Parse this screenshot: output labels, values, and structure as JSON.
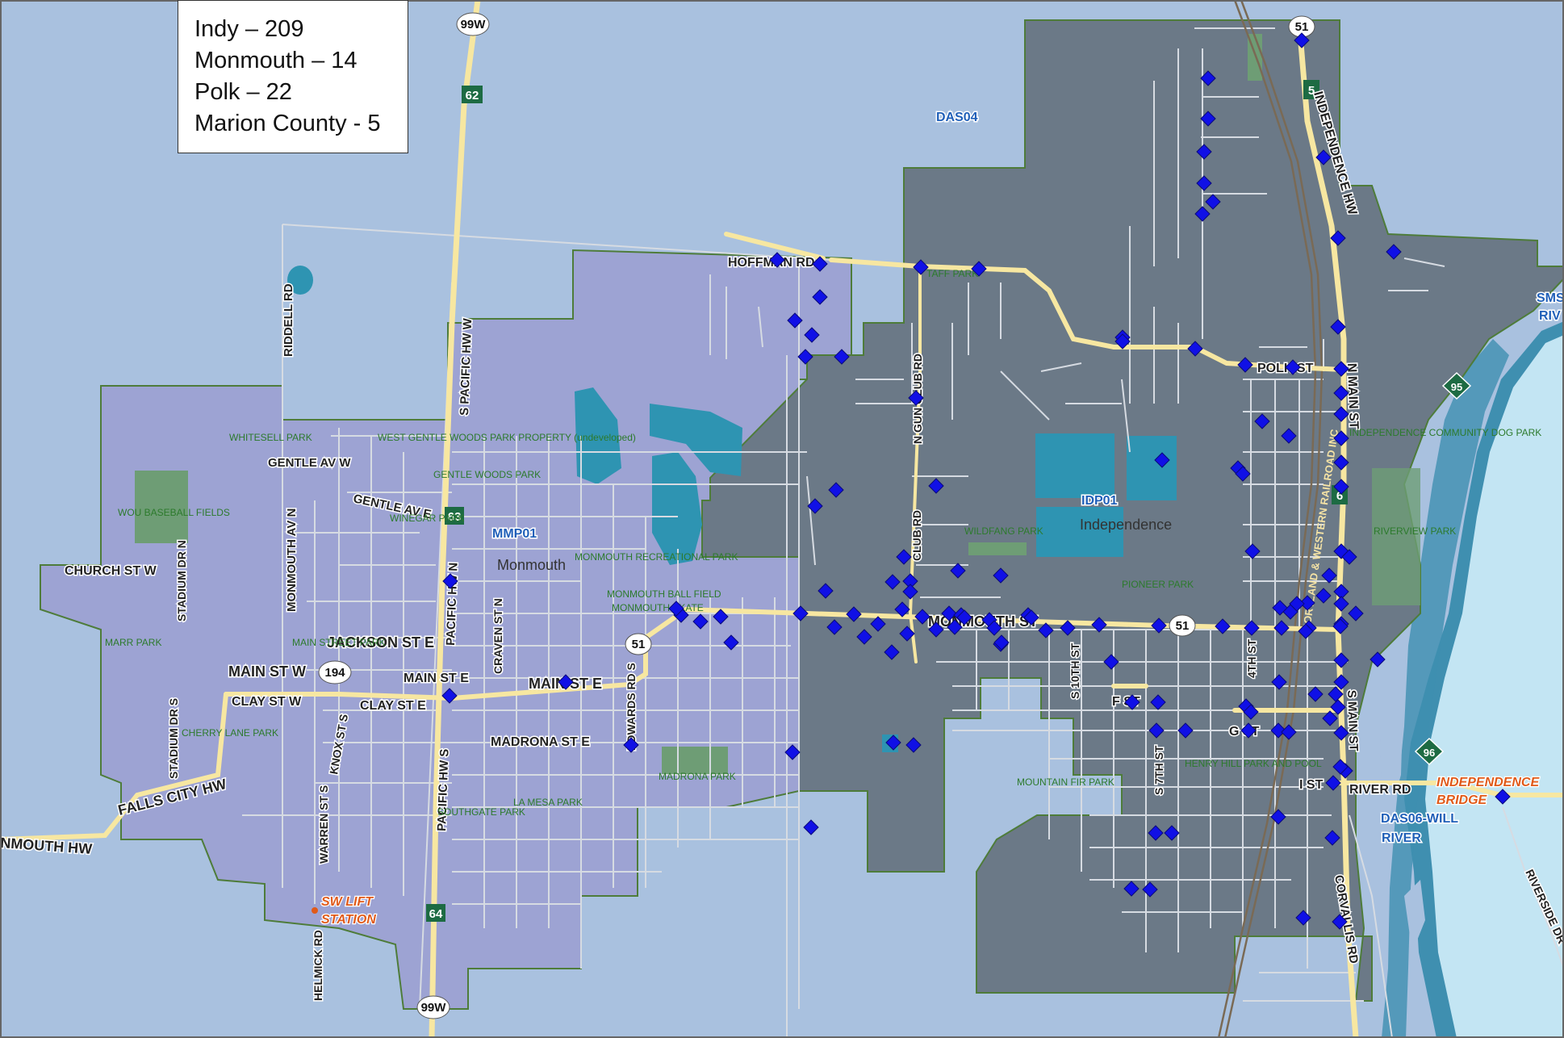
{
  "legend": {
    "lines": [
      "Indy – 209",
      "Monmouth – 14",
      "Polk – 22",
      "Marion County - 5"
    ]
  },
  "colors": {
    "background": "#a9c1df",
    "monmouth_district": "#9da3d3",
    "independence_district": "#6b7987",
    "boundary": "#4e7c3a",
    "river": "#c3e5f3",
    "river_dark": "#3f8fb0",
    "pond": "#2e94b2",
    "park": "#6e9d75",
    "road_major": "#f7e7a1",
    "road_minor": "#d6dbe2",
    "marker": "#1010e6",
    "zone_label": "#1f5fb8",
    "park_label": "#2c7a2c",
    "facility_label": "#e05a1a",
    "shield_green": "#1d6b43"
  },
  "labels": {
    "zones": {
      "das04": "DAS04",
      "mmp01": "MMP01",
      "idp01": "IDP01",
      "das06": "DAS06-WILL",
      "das06_river": "RIVER",
      "sms": "SMS",
      "sms_river": "RIV"
    },
    "cities": {
      "monmouth": "Monmouth",
      "independence": "Independence"
    },
    "facilities": {
      "sw_lift": "SW LIFT",
      "sw_lift_2": "STATION",
      "indep_bridge": "INDEPENDENCE",
      "indep_bridge_2": "BRIDGE"
    },
    "roads": {
      "main_st_w": "MAIN ST W",
      "main_st_e": "MAIN ST E",
      "main_st_e2": "MAIN ST E",
      "clay_st_w": "CLAY ST W",
      "clay_st_e": "CLAY ST E",
      "jackson_st_e": "JACKSON ST E",
      "madrona_st_e": "MADRONA ST E",
      "church_st_w": "CHURCH ST W",
      "gentle_av_w": "GENTLE AV W",
      "gentle_av_e": "GENTLE AV E",
      "falls_city_hw": "FALLS CITY HW",
      "monmouth_hw": "NMOUTH HW",
      "hoffman_rd": "HOFFMAN RD",
      "polk_st": "POLK ST",
      "monmouth_st": "MONMOUTH ST",
      "f_st": "F ST",
      "g_st": "G ST",
      "i_st": "I ST",
      "river_rd": "RIVER RD",
      "s_pacific_hw_w": "S PACIFIC HW W",
      "pacific_hw_n": "PACIFIC HW N",
      "pacific_hw_s": "PACIFIC HW S",
      "riddell_rd": "RIDDELL RD",
      "monmouth_av_n": "MONMOUTH AV N",
      "stadium_dr_n": "STADIUM DR N",
      "stadium_dr_s": "STADIUM DR S",
      "warren_st_s": "WARREN ST S",
      "knox_st_s": "KNOX ST S",
      "helmick_rd": "HELMICK RD",
      "craven_st_n": "CRAVEN ST N",
      "edwards_rd_s": "EDWARDS RD S",
      "n_gun_club_rd": "N GUN CLUB RD",
      "s_gun_club_rd": "CLUB RD",
      "independence_hw": "INDEPENDENCE HW",
      "s_main_st": "S MAIN ST",
      "n_main_st": "N MAIN ST",
      "s_10th_st": "S 10TH ST",
      "s_7th_st": "S 7TH ST",
      "s_4th_st": "4TH ST",
      "corvallis_rd": "CORVALLIS RD",
      "riverside_dr": "RIVERSIDE DR",
      "railroad": "PORTLAND & WESTERN RAILROAD INC"
    },
    "parks": {
      "whitesell": "WHITESELL PARK",
      "west_gentle": "WEST GENTLE WOODS PARK PROPERTY (undeveloped)",
      "gentle_woods": "GENTLE WOODS PARK",
      "winegar": "WINEGAR PARK",
      "wou_baseball": "WOU BASEBALL FIELDS",
      "monmouth_rec": "MONMOUTH RECREATIONAL PARK",
      "monmouth_ball": "MONMOUTH BALL FIELD",
      "monmouth_skate": "MONMOUTH SKATE",
      "marr": "MARR PARK",
      "main_street": "MAIN STREET PARK",
      "cherry_lane": "CHERRY LANE PARK",
      "madrona": "MADRONA PARK",
      "la_mesa": "LA MESA PARK",
      "southgate": "SOUTHGATE PARK",
      "taff": "TAFF PARK",
      "wildfang": "WILDFANG PARK",
      "pioneer": "PIONEER PARK",
      "indep_dog": "INDEPENDENCE COMMUNITY DOG PARK",
      "riverview": "RIVERVIEW PARK",
      "henry_hill": "HENRY HILL PARK AND POOL",
      "mountain_fir": "MOUNTAIN FIR PARK"
    },
    "shields": {
      "s99w_top": "99W",
      "s99w_bottom": "99W",
      "s51_top": "51",
      "s51_mid": "51",
      "s51_right": "51",
      "s194": "194",
      "s62": "62",
      "s63": "63",
      "s64": "64",
      "s5": "5",
      "s6": "6",
      "s95": "95",
      "s96": "96"
    }
  },
  "markers": [
    [
      963,
      322
    ],
    [
      1016,
      327
    ],
    [
      1016,
      368
    ],
    [
      985,
      397
    ],
    [
      1006,
      415
    ],
    [
      998,
      442
    ],
    [
      1043,
      442
    ],
    [
      1141,
      331
    ],
    [
      1213,
      333
    ],
    [
      1613,
      50
    ],
    [
      1497,
      97
    ],
    [
      1497,
      147
    ],
    [
      1492,
      188
    ],
    [
      1492,
      227
    ],
    [
      1503,
      250
    ],
    [
      1490,
      265
    ],
    [
      1640,
      195
    ],
    [
      1658,
      295
    ],
    [
      1727,
      312
    ],
    [
      1658,
      405
    ],
    [
      1391,
      418
    ],
    [
      1391,
      423
    ],
    [
      1481,
      432
    ],
    [
      1543,
      452
    ],
    [
      1602,
      455
    ],
    [
      1662,
      457
    ],
    [
      1662,
      487
    ],
    [
      1662,
      513
    ],
    [
      1662,
      543
    ],
    [
      1662,
      573
    ],
    [
      1662,
      603
    ],
    [
      1662,
      683
    ],
    [
      1564,
      522
    ],
    [
      1597,
      540
    ],
    [
      1534,
      580
    ],
    [
      1540,
      587
    ],
    [
      1552,
      683
    ],
    [
      1135,
      493
    ],
    [
      1010,
      627
    ],
    [
      1128,
      720
    ],
    [
      1128,
      733
    ],
    [
      1187,
      707
    ],
    [
      1023,
      732
    ],
    [
      1647,
      713
    ],
    [
      1662,
      733
    ],
    [
      1662,
      748
    ],
    [
      1662,
      773
    ],
    [
      1662,
      818
    ],
    [
      1662,
      845
    ],
    [
      1655,
      860
    ],
    [
      1658,
      876
    ],
    [
      1662,
      908
    ],
    [
      1667,
      955
    ],
    [
      1707,
      817
    ],
    [
      1862,
      987
    ],
    [
      1651,
      1038
    ],
    [
      1660,
      1142
    ],
    [
      557,
      862
    ],
    [
      558,
      720
    ],
    [
      701,
      845
    ],
    [
      782,
      923
    ],
    [
      1036,
      607
    ],
    [
      1005,
      1025
    ],
    [
      982,
      932
    ],
    [
      992,
      760
    ],
    [
      1034,
      777
    ],
    [
      1058,
      761
    ],
    [
      1088,
      773
    ],
    [
      1071,
      789
    ],
    [
      1118,
      755
    ],
    [
      1124,
      785
    ],
    [
      1105,
      808
    ],
    [
      1143,
      764
    ],
    [
      1160,
      780
    ],
    [
      1176,
      760
    ],
    [
      1191,
      762
    ],
    [
      1226,
      768
    ],
    [
      1274,
      762
    ],
    [
      1195,
      765
    ],
    [
      1232,
      778
    ],
    [
      1296,
      781
    ],
    [
      1323,
      778
    ],
    [
      1362,
      774
    ],
    [
      1436,
      775
    ],
    [
      1515,
      776
    ],
    [
      1551,
      778
    ],
    [
      1588,
      778
    ],
    [
      1622,
      778
    ],
    [
      1661,
      776
    ],
    [
      1640,
      738
    ],
    [
      1620,
      747
    ],
    [
      1599,
      758
    ],
    [
      1586,
      753
    ],
    [
      1377,
      820
    ],
    [
      1403,
      870
    ],
    [
      1435,
      870
    ],
    [
      1433,
      905
    ],
    [
      1469,
      905
    ],
    [
      1585,
      845
    ],
    [
      1630,
      860
    ],
    [
      1440,
      570
    ],
    [
      1160,
      602
    ],
    [
      1240,
      713
    ],
    [
      1240,
      798
    ],
    [
      1107,
      920
    ],
    [
      1132,
      923
    ],
    [
      1183,
      777
    ],
    [
      1241,
      796
    ],
    [
      1278,
      765
    ],
    [
      1544,
      875
    ],
    [
      1550,
      882
    ],
    [
      1584,
      905
    ],
    [
      1547,
      905
    ],
    [
      1597,
      907
    ],
    [
      1584,
      1012
    ],
    [
      1432,
      1032
    ],
    [
      1452,
      1032
    ],
    [
      1402,
      1101
    ],
    [
      1425,
      1102
    ],
    [
      1652,
      970
    ],
    [
      1680,
      760
    ],
    [
      1672,
      690
    ],
    [
      1648,
      890
    ],
    [
      1615,
      1137
    ],
    [
      1607,
      748
    ],
    [
      1618,
      782
    ],
    [
      1661,
      950
    ],
    [
      906,
      796
    ],
    [
      893,
      764
    ],
    [
      868,
      770
    ],
    [
      844,
      762
    ],
    [
      838,
      754
    ],
    [
      1120,
      690
    ],
    [
      1106,
      721
    ]
  ]
}
